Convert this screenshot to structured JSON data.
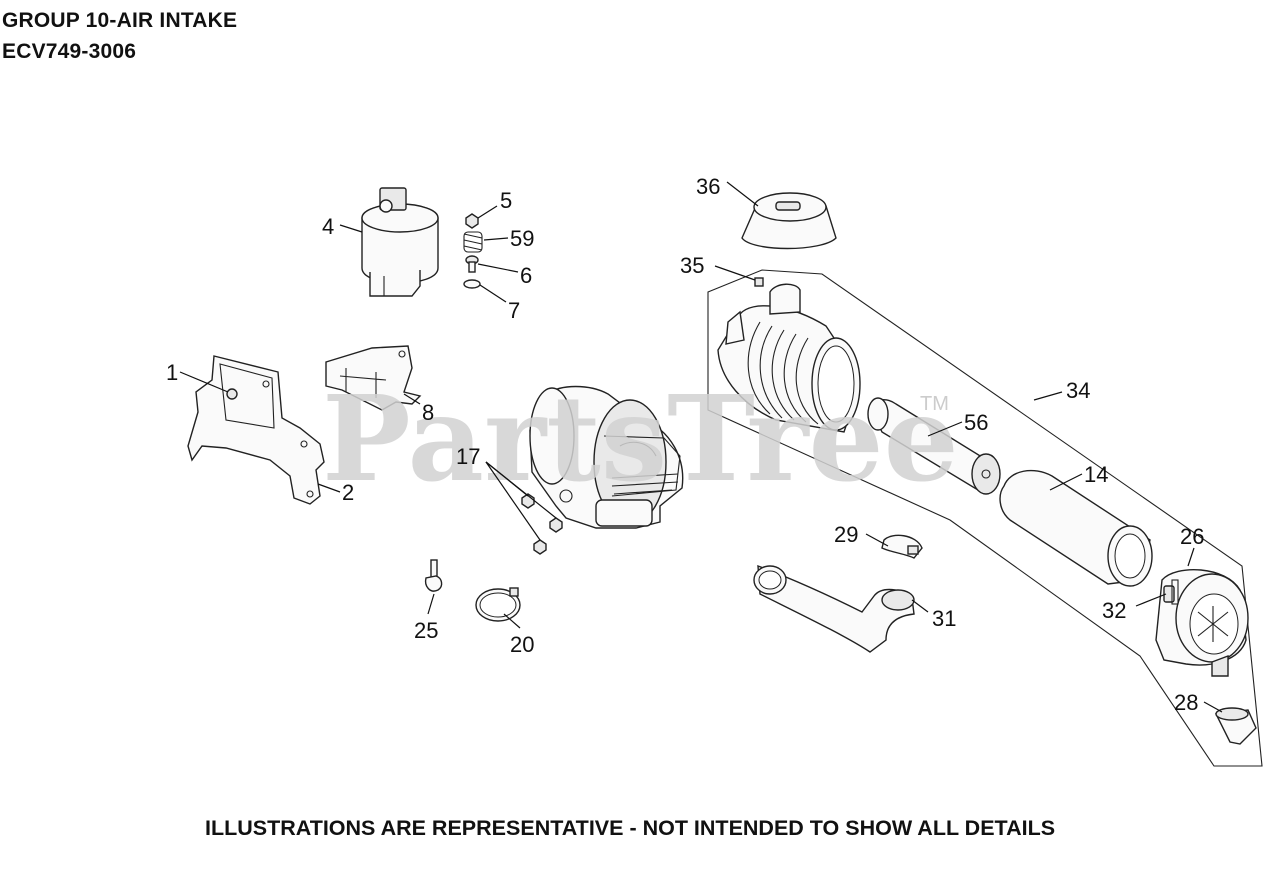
{
  "header": {
    "group_title": "GROUP 10-AIR INTAKE",
    "model_number": "ECV749-3006"
  },
  "footer": {
    "disclaimer": "ILLUSTRATIONS ARE REPRESENTATIVE - NOT INTENDED TO SHOW ALL DETAILS"
  },
  "watermark": {
    "brand": "PartsTree",
    "trademark": "TM"
  },
  "callouts": [
    "1",
    "2",
    "4",
    "5",
    "59",
    "6",
    "7",
    "8",
    "17",
    "25",
    "20",
    "36",
    "35",
    "34",
    "56",
    "14",
    "29",
    "31",
    "26",
    "32",
    "28"
  ]
}
